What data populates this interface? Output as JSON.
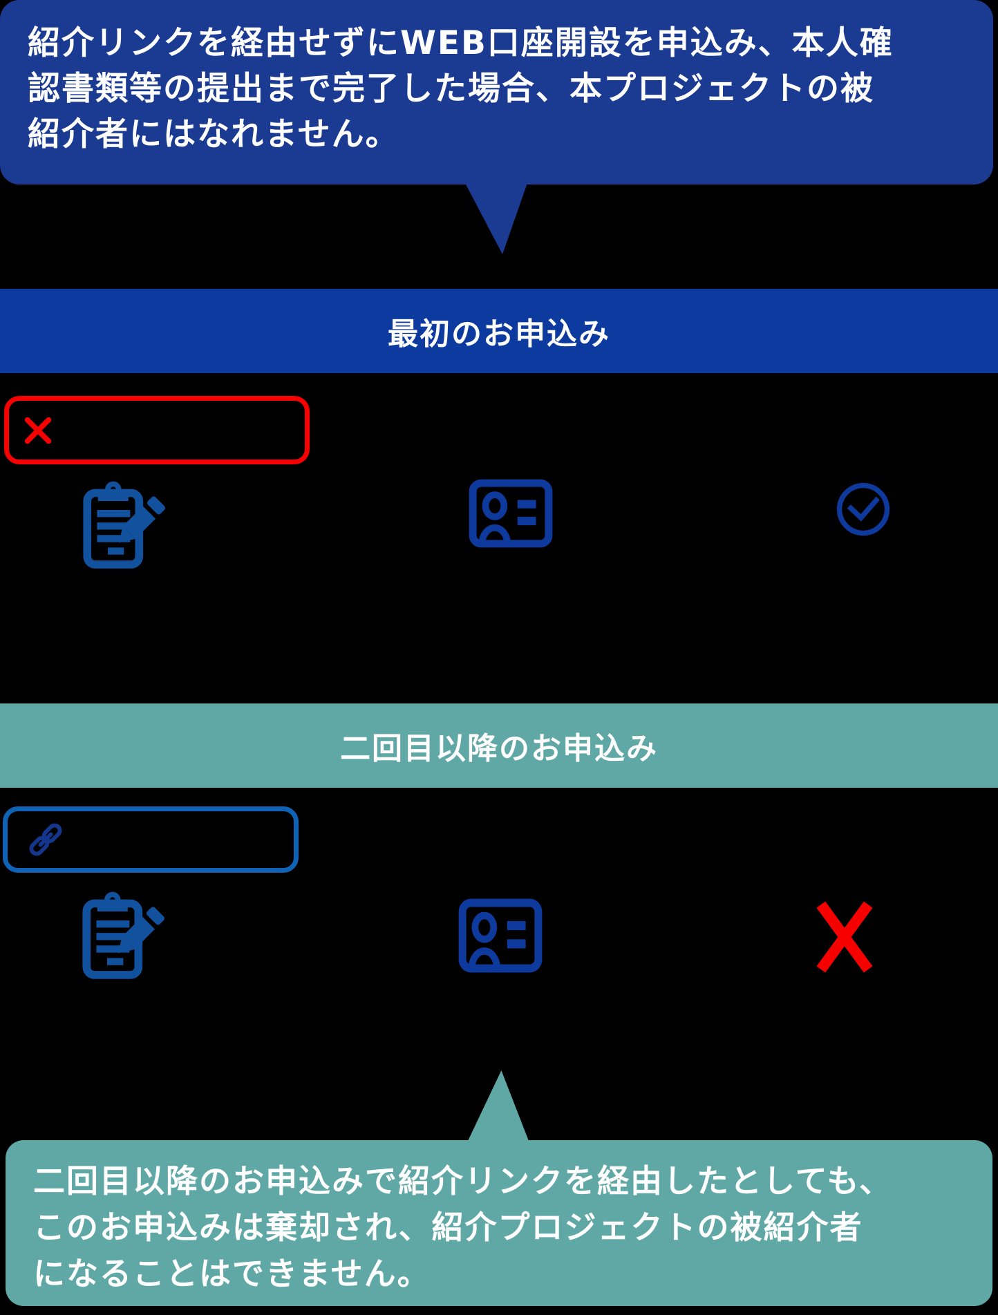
{
  "top_callout": {
    "text": "紹介リンクを経由せずにWEB口座開設を申込み、本人確\n認書類等の提出まで完了した場合、本プロジェクトの被\n紹介者にはなれません。"
  },
  "sections": {
    "first": {
      "banner_label": "最初のお申込み",
      "box_icon": "cross-icon",
      "step_icons": [
        "clipboard-pen-icon",
        "id-card-icon",
        "check-circle-icon"
      ]
    },
    "repeat": {
      "banner_label": "二回目以降のお申込み",
      "box_icon": "link-icon",
      "step_icons": [
        "clipboard-pen-icon",
        "id-card-icon",
        "cross-icon"
      ]
    }
  },
  "bottom_callout": {
    "text": "二回目以降のお申込みで紹介リンクを経由したとしても、\nこのお申込みは棄却され、紹介プロジェクトの被紹介者\nになることはできません。"
  },
  "colors": {
    "navy_bubble": "#1b3a92",
    "blue_banner": "#0d3a9e",
    "teal": "#5fa8a6",
    "red": "#f70000",
    "icon_blue": "#11519e",
    "icon_navy": "#0d3a9c",
    "link_blue": "#14368c",
    "box_border_blue": "#0f62b4",
    "text_white": "#ffffff",
    "background": "#000000"
  }
}
